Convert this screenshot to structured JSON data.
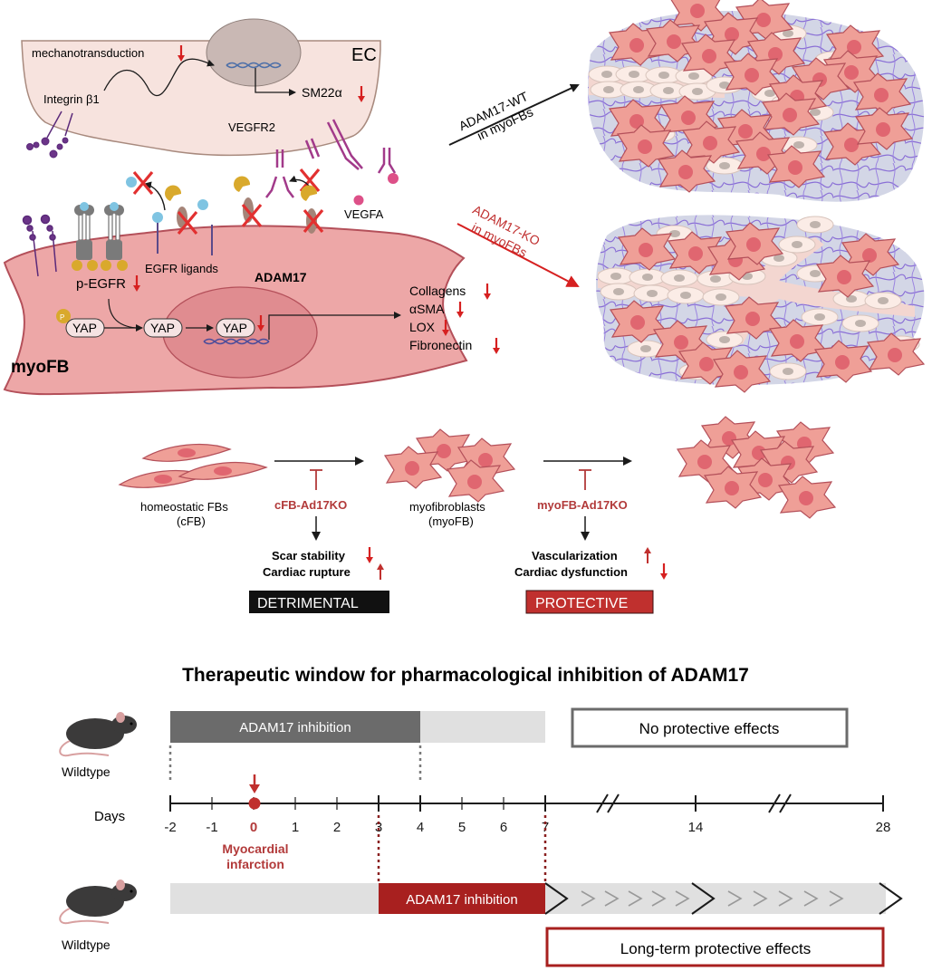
{
  "colors": {
    "accent_red": "#d62020",
    "dark_red": "#a8201f",
    "muted_red_text": "#b23a3a",
    "ec_fill": "#f7e3de",
    "ec_stroke": "#a88a7e",
    "nucleus_ec": "#c9b8b4",
    "myofb_fill": "#eda7a7",
    "myofb_stroke": "#b4505a",
    "myofb_nucleus": "#d98088",
    "tissue_bg": "#d3d6e6",
    "collagen": "#8a6fd6",
    "cell_red": "#ef9f97",
    "cell_nucleus": "#e06670",
    "endo_cell": "#fbece6",
    "endo_nucleus": "#bfb3ad",
    "grey_bar": "#6b6b6b",
    "light_bar": "#e0e0e0",
    "detrimental_bg": "#111111",
    "protective_bg": "#c0302e"
  },
  "top_panel": {
    "ec_label": "EC",
    "mechanotransduction": "mechanotransduction",
    "integrin": "Integrin β1",
    "sm22": "SM22α",
    "vegfr2": "VEGFR2",
    "vegfa": "VEGFA",
    "egfr_ligands": "EGFR ligands",
    "adam17": "ADAM17",
    "pegfr": "p-EGFR",
    "yap": "YAP",
    "phospho": "P",
    "myofb_label": "myoFB",
    "targets": [
      "Collagens",
      "αSMA",
      "LOX",
      "Fibronectin"
    ],
    "arrow_wt_line1": "ADAM17-WT",
    "arrow_wt_line2": "in myoFBs",
    "arrow_ko_line1": "ADAM17-KO",
    "arrow_ko_line2": "in myoFBs"
  },
  "middle_panel": {
    "cfb_label_1": "homeostatic FBs",
    "cfb_label_2": "(cFB)",
    "cfb_ko": "cFB-Ad17KO",
    "myofb_label_1": "myofibroblasts",
    "myofb_label_2": "(myoFB)",
    "myofb_ko": "myoFB-Ad17KO",
    "cfb_effect_1": "Scar stability",
    "cfb_effect_2": "Cardiac rupture",
    "myofb_effect_1": "Vascularization",
    "myofb_effect_2": "Cardiac dysfunction",
    "detrimental": "DETRIMENTAL",
    "protective": "PROTECTIVE"
  },
  "timeline": {
    "title": "Therapeutic window for pharmacological inhibition of ADAM17",
    "days_label": "Days",
    "ticks": [
      "-2",
      "-1",
      "0",
      "1",
      "2",
      "3",
      "4",
      "5",
      "6",
      "7",
      "14",
      "28"
    ],
    "mi_line1": "Myocardial",
    "mi_line2": "infarction",
    "mouse_label": "Wildtype",
    "top_bar_label": "ADAM17 inhibition",
    "top_bar_range_days": [
      -2,
      4
    ],
    "top_bar_extent_days": [
      -2,
      7
    ],
    "top_result": "No protective effects",
    "bottom_bar_label": "ADAM17 inhibition",
    "bottom_bar_range_days": [
      3,
      7
    ],
    "bottom_result": "Long-term protective effects"
  }
}
